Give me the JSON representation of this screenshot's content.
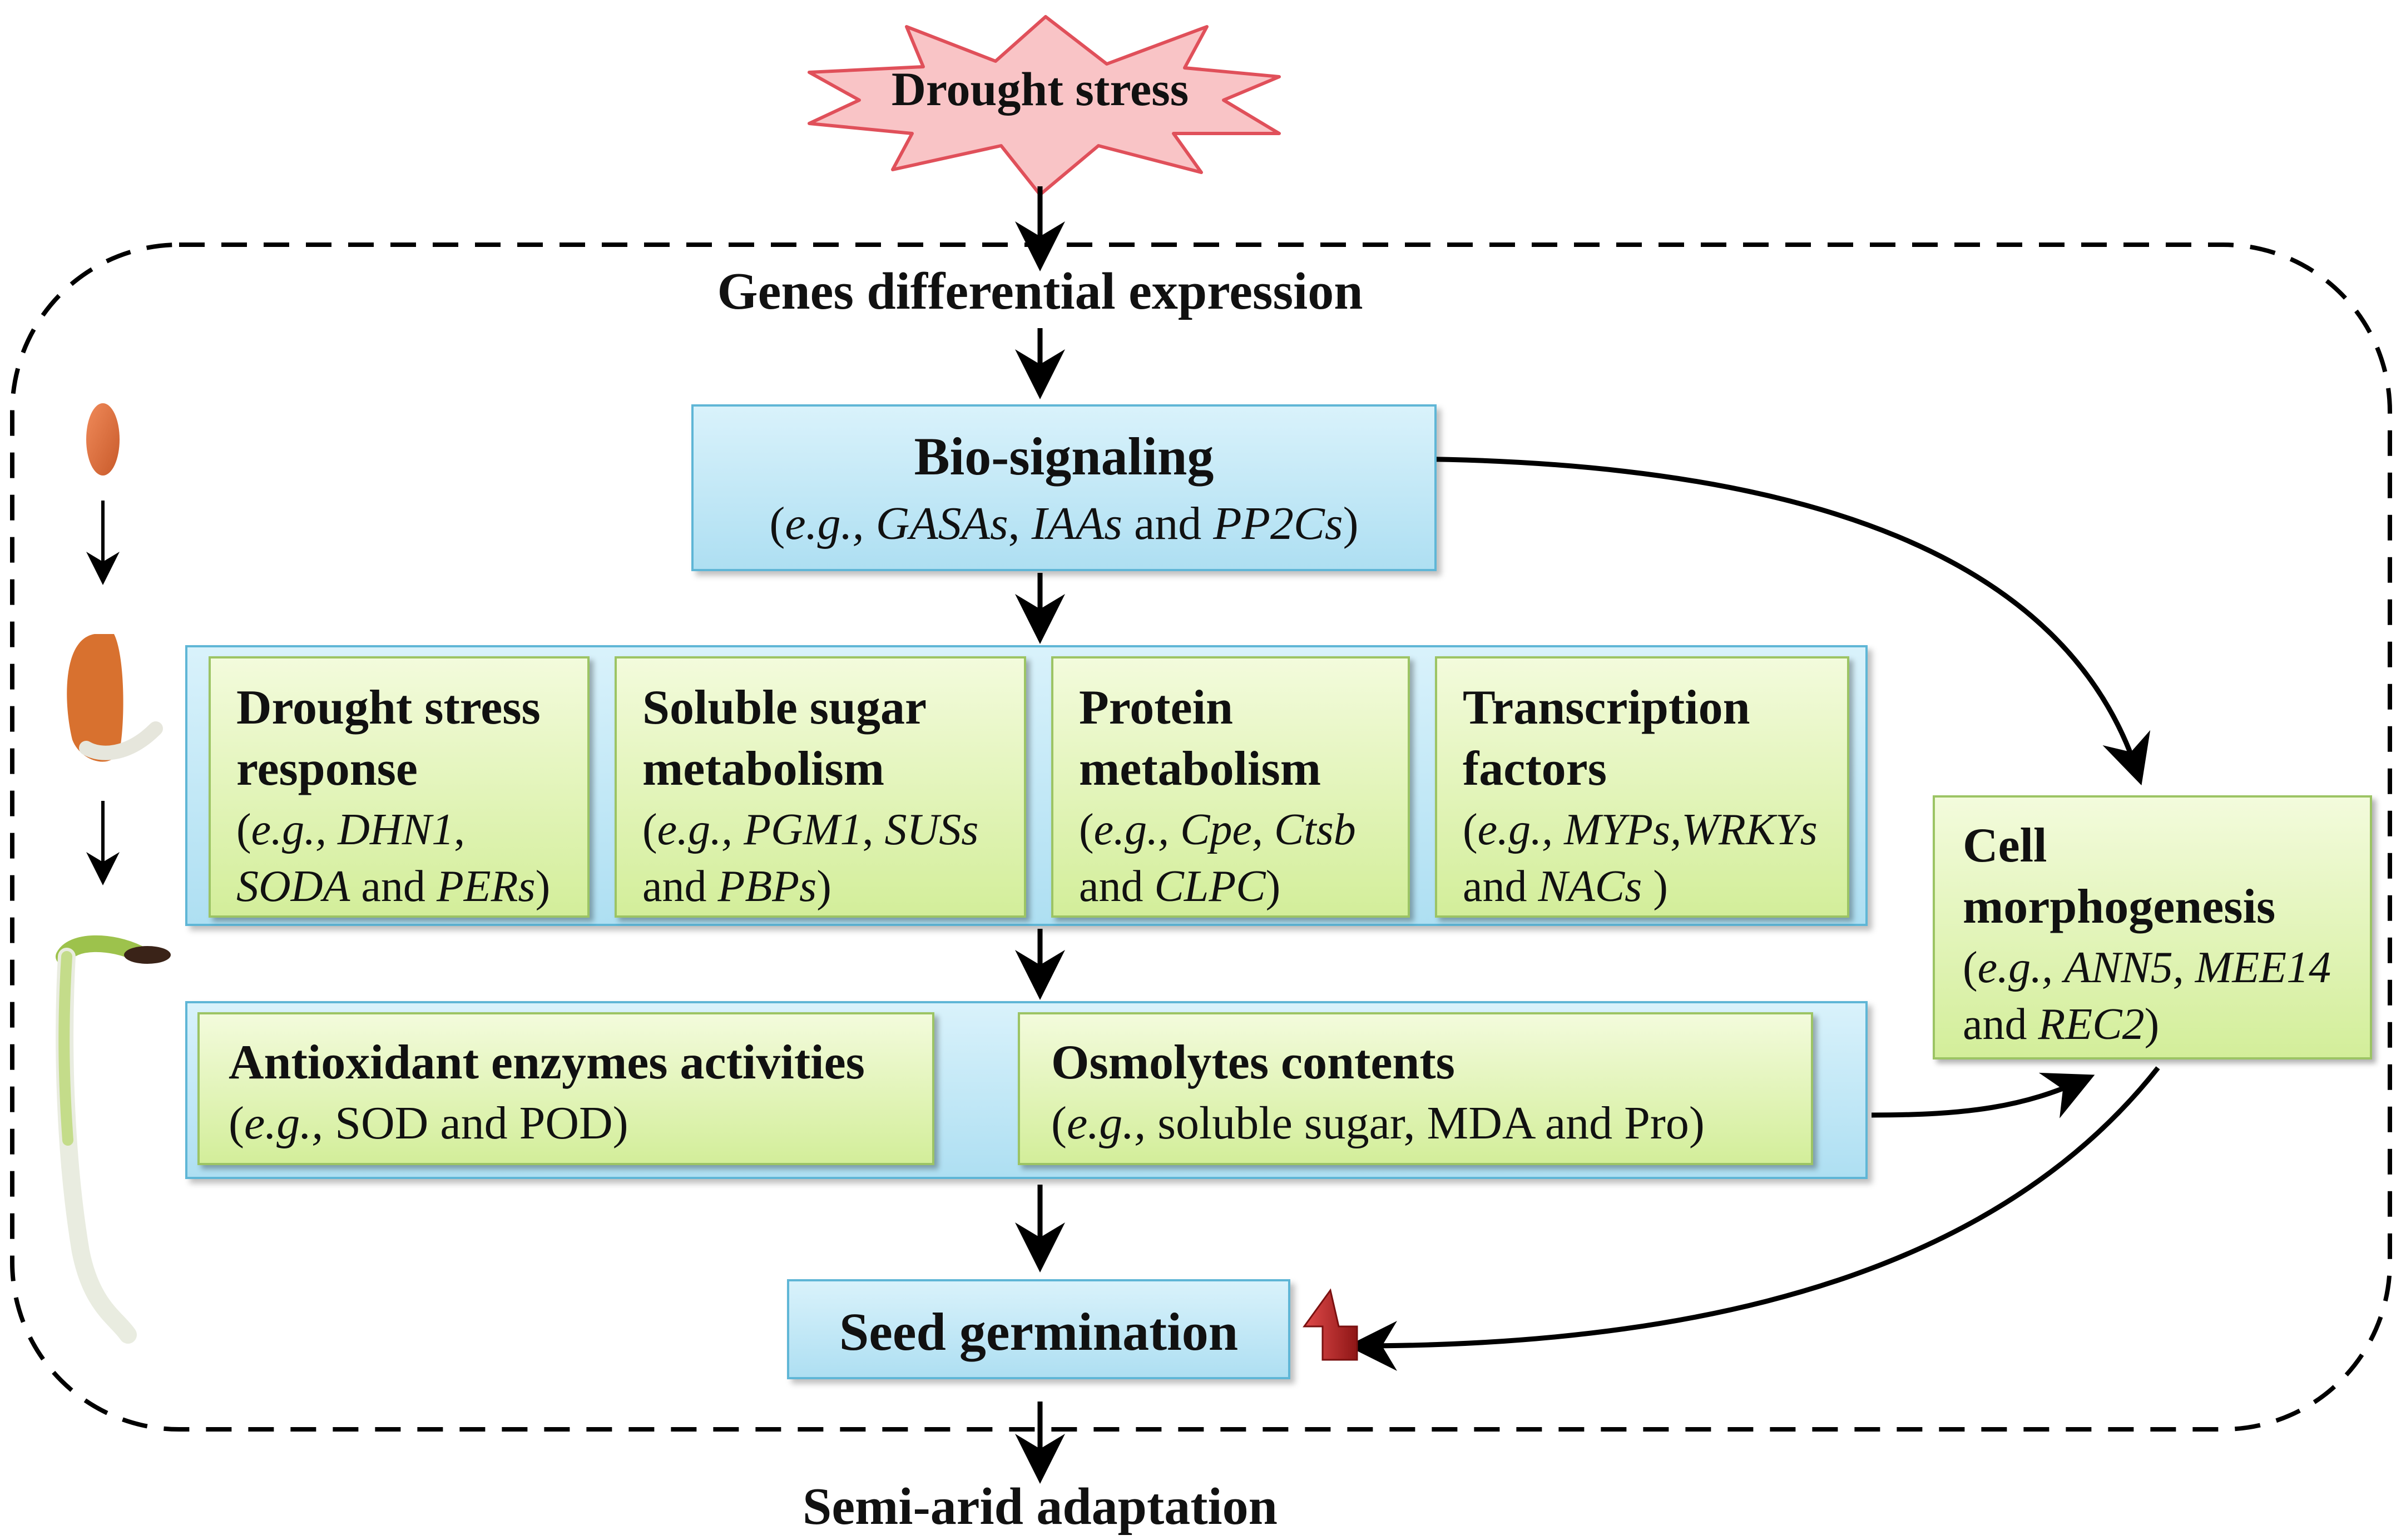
{
  "colors": {
    "burst_fill": "#f9c4c6",
    "burst_stroke": "#e0505a",
    "blue_panel": "#bde6f6",
    "green_card": "#e4f5b8",
    "up_arrow": "#c0272d"
  },
  "top": {
    "stress": "Drought stress"
  },
  "genes_label": "Genes differential expression",
  "bio_signaling": {
    "title": "Bio-signaling",
    "open": "(",
    "eg": "e.g.,",
    "g1": "GASAs",
    "sep1": ",",
    "g2": "IAAs",
    "and": "and",
    "g3": "PP2Cs",
    "close": ")"
  },
  "cards": [
    {
      "title1": "Drought stress",
      "title2": "response",
      "open": "(",
      "eg": "e.g.,",
      "g1": "DHN1",
      "sep": ",",
      "g2": "SODA",
      "and": "and",
      "g3": "PERs",
      "close": ")"
    },
    {
      "title1": "Soluble sugar",
      "title2": "metabolism",
      "open": "(",
      "eg": "e.g.,",
      "g1": "PGM1",
      "sep": ",",
      "g2": "SUSs",
      "and": "and",
      "g3": "PBPs",
      "close": ")"
    },
    {
      "title1": "Protein",
      "title2": "metabolism",
      "open": "(",
      "eg": "e.g.,",
      "g1": "Cpe,",
      "sep": "",
      "g2": "Ctsb",
      "and": "and",
      "g3": "CLPC",
      "close": ")"
    },
    {
      "title1": "Transcription",
      "title2": "factors",
      "open": "(",
      "eg": "e.g.,",
      "g1": "MYPs,",
      "sep": "",
      "g2": "WRKYs",
      "and": "and",
      "g3": "NACs",
      "close": " )"
    }
  ],
  "antioxidant": {
    "title": "Antioxidant enzymes activities",
    "open": "(",
    "eg": "e.g.,",
    "body": " SOD and POD)"
  },
  "osmolytes": {
    "title": "Osmolytes contents",
    "open": "(",
    "eg": "e.g.,",
    "body": " soluble sugar, MDA and Pro)"
  },
  "cell": {
    "title1": "Cell",
    "title2": "morphogenesis",
    "open": "(",
    "eg": "e.g.,",
    "g1": "ANN5,",
    "g2": "MEE14",
    "and": "and",
    "g3": "REC2",
    "close": ")"
  },
  "seed_germination": "Seed germination",
  "semi_arid": "Semi-arid adaptation"
}
